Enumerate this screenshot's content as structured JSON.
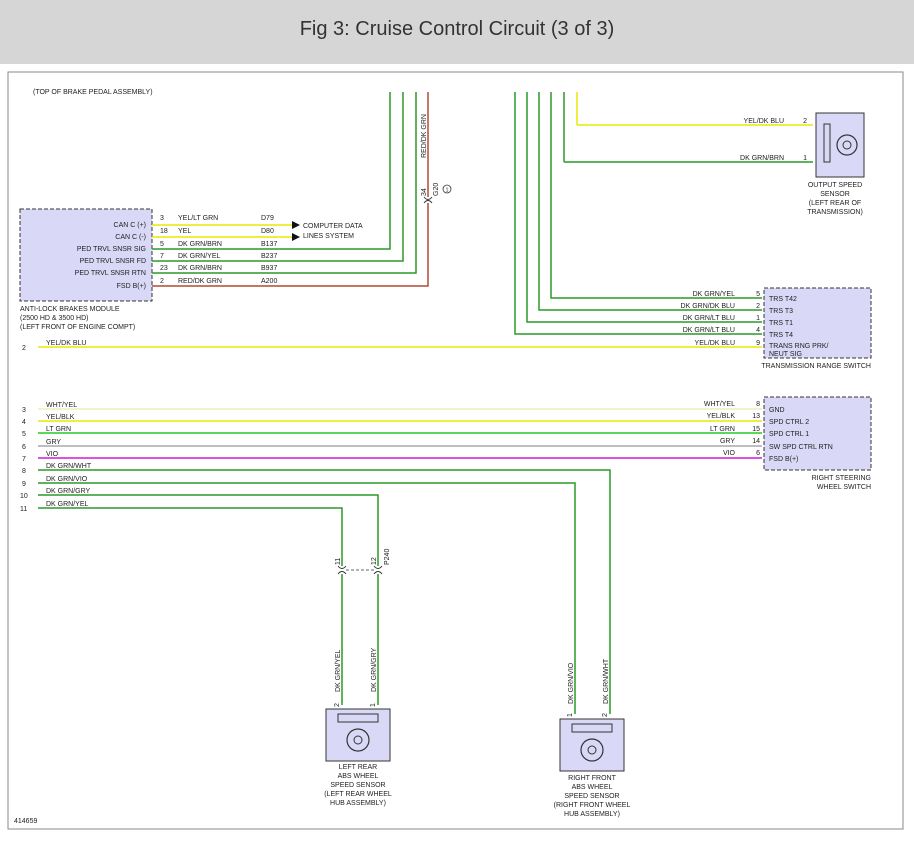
{
  "title": "Fig 3: Cruise Control Circuit (3 of 3)",
  "figure_id": "414659",
  "colors": {
    "yellow": "#e8e800",
    "green": "#2a9a2a",
    "red": "#b04a33",
    "violet": "#d21ad2",
    "grey": "#a8a8a8",
    "white_yel": "#eeeebb",
    "lightgreen": "#22cc22"
  },
  "brake_pedal_label": "(TOP OF BRAKE PEDAL ASSEMBLY)",
  "abs_module": {
    "name": [
      "ANTI-LOCK BRAKES MODULE",
      "(2500 HD & 3500 HD)",
      "(LEFT FRONT OF ENGINE COMPT)"
    ],
    "pins": [
      {
        "label": "CAN C (+)",
        "pin": "3",
        "wire": "YEL/LT GRN",
        "circuit": "D79"
      },
      {
        "label": "CAN C (-)",
        "pin": "18",
        "wire": "YEL",
        "circuit": "D80"
      },
      {
        "label": "PED TRVL SNSR SIG",
        "pin": "5",
        "wire": "DK GRN/BRN",
        "circuit": "B137"
      },
      {
        "label": "PED TRVL SNSR FD",
        "pin": "7",
        "wire": "DK GRN/YEL",
        "circuit": "B237"
      },
      {
        "label": "PED TRVL SNSR RTN",
        "pin": "23",
        "wire": "DK GRN/BRN",
        "circuit": "B937"
      },
      {
        "label": "FSD B(+)",
        "pin": "2",
        "wire": "RED/DK GRN",
        "circuit": "A200"
      }
    ]
  },
  "data_lines": [
    "COMPUTER DATA",
    "LINES SYSTEM"
  ],
  "red_wire": {
    "label": "RED/DK GRN",
    "pin": "34",
    "connector": "G20",
    "circle": "1"
  },
  "output_speed_sensor": {
    "name": [
      "OUTPUT SPEED",
      "SENSOR",
      "(LEFT REAR OF",
      "TRANSMISSION)"
    ],
    "pins": [
      {
        "pin": "2",
        "wire": "YEL/DK BLU"
      },
      {
        "pin": "1",
        "wire": "DK GRN/BRN"
      }
    ]
  },
  "trs": {
    "name": "TRANSMISSION RANGE SWITCH",
    "pins": [
      {
        "pin": "5",
        "wire": "DK GRN/YEL",
        "label": "TRS T42"
      },
      {
        "pin": "2",
        "wire": "DK GRN/DK BLU",
        "label": "TRS T3"
      },
      {
        "pin": "1",
        "wire": "DK GRN/LT BLU",
        "label": "TRS T1"
      },
      {
        "pin": "4",
        "wire": "DK GRN/LT BLU",
        "label": "TRS T4"
      },
      {
        "pin": "9",
        "wire": "YEL/DK BLU",
        "label": "TRANS RNG PRK/"
      }
    ],
    "extra_label": "NEUT SIG"
  },
  "trs_left_pin": {
    "pin": "2",
    "wire": "YEL/DK BLU"
  },
  "rsw": {
    "name": [
      "RIGHT STEERING",
      "WHEEL SWITCH"
    ],
    "pins": [
      {
        "pin": "8",
        "wire": "WHT/YEL",
        "label": "GND"
      },
      {
        "pin": "13",
        "wire": "YEL/BLK",
        "label": "SPD CTRL 2"
      },
      {
        "pin": "15",
        "wire": "LT GRN",
        "label": "SPD CTRL 1"
      },
      {
        "pin": "14",
        "wire": "GRY",
        "label": "SW SPD CTRL RTN"
      },
      {
        "pin": "6",
        "wire": "VIO",
        "label": "FSD B(+)"
      }
    ]
  },
  "left_wires": [
    {
      "pin": "3",
      "wire": "WHT/YEL"
    },
    {
      "pin": "4",
      "wire": "YEL/BLK"
    },
    {
      "pin": "5",
      "wire": "LT GRN"
    },
    {
      "pin": "6",
      "wire": "GRY"
    },
    {
      "pin": "7",
      "wire": "VIO"
    },
    {
      "pin": "8",
      "wire": "DK GRN/WHT"
    },
    {
      "pin": "9",
      "wire": "DK GRN/VIO"
    },
    {
      "pin": "10",
      "wire": "DK GRN/GRY"
    },
    {
      "pin": "11",
      "wire": "DK GRN/YEL"
    }
  ],
  "connector_left": {
    "pin_a": "11",
    "pin_b": "12",
    "name": "P240"
  },
  "left_rear_sensor": {
    "name": [
      "LEFT REAR",
      "ABS WHEEL",
      "SPEED SENSOR",
      "(LEFT REAR WHEEL",
      "HUB ASSEMBLY)"
    ],
    "wires": [
      "DK GRN/YEL",
      "DK GRN/GRY"
    ],
    "pins": [
      "2",
      "1"
    ]
  },
  "right_front_sensor": {
    "name": [
      "RIGHT FRONT",
      "ABS WHEEL",
      "SPEED SENSOR",
      "(RIGHT FRONT WHEEL",
      "HUB ASSEMBLY)"
    ],
    "wires": [
      "DK GRN/VIO",
      "DK GRN/WHT"
    ],
    "pins": [
      "1",
      "2"
    ]
  }
}
